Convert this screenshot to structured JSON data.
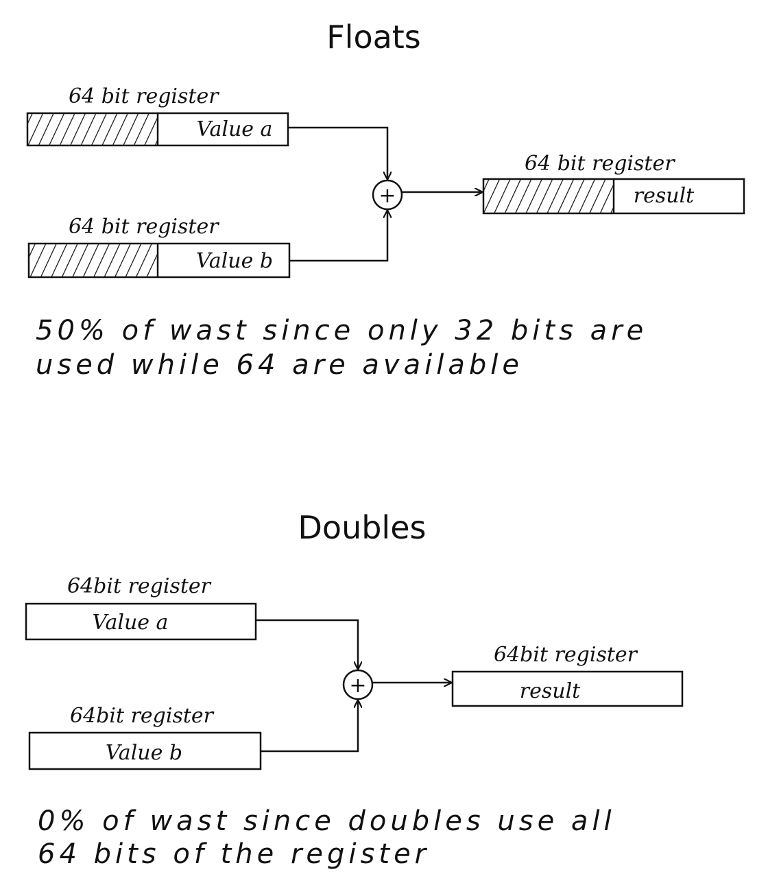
{
  "floats": {
    "title": "Floats",
    "reg_a_label": "64 bit register",
    "reg_a_value": "Value a",
    "reg_b_label": "64 bit register",
    "reg_b_value": "Value b",
    "result_label": "64 bit register",
    "result_value": "result",
    "operator": "+",
    "note_line1": "50% of wast since only 32 bits are",
    "note_line2": "used while 64 are available"
  },
  "doubles": {
    "title": "Doubles",
    "reg_a_label": "64bit register",
    "reg_a_value": "Value a",
    "reg_b_label": "64bit register",
    "reg_b_value": "Value b",
    "result_label": "64bit register",
    "result_value": "result",
    "operator": "+",
    "note_line1": "0% of wast since doubles use all",
    "note_line2": "64 bits of the register"
  }
}
